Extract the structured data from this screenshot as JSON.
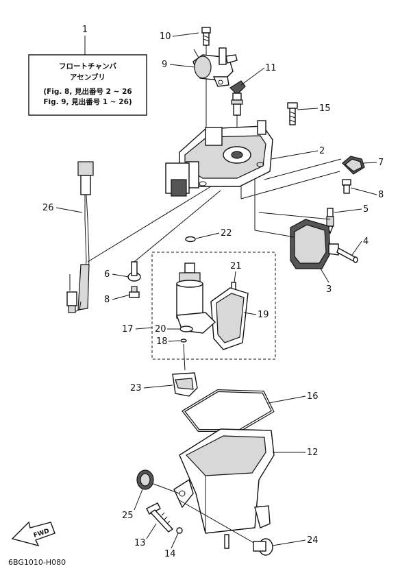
{
  "note": {
    "callout": "1",
    "line1": "フロートチャンバ",
    "line2": "アセンブリ",
    "line3": "(Fig. 8, 見出番号 2 ~ 26",
    "line4": "Fig. 9, 見出番号 1 ~ 26)"
  },
  "callouts": {
    "c2": "2",
    "c3": "3",
    "c4": "4",
    "c5": "5",
    "c6": "6",
    "c7": "7",
    "c8a": "8",
    "c8b": "8",
    "c9": "9",
    "c10": "10",
    "c11": "11",
    "c12": "12",
    "c13": "13",
    "c14": "14",
    "c15": "15",
    "c16": "16",
    "c17": "17",
    "c18": "18",
    "c19": "19",
    "c20": "20",
    "c21": "21",
    "c22": "22",
    "c23": "23",
    "c24": "24",
    "c25": "25",
    "c26": "26"
  },
  "fwd_label": "FWD",
  "drawing_code": "6BG1010-H080"
}
